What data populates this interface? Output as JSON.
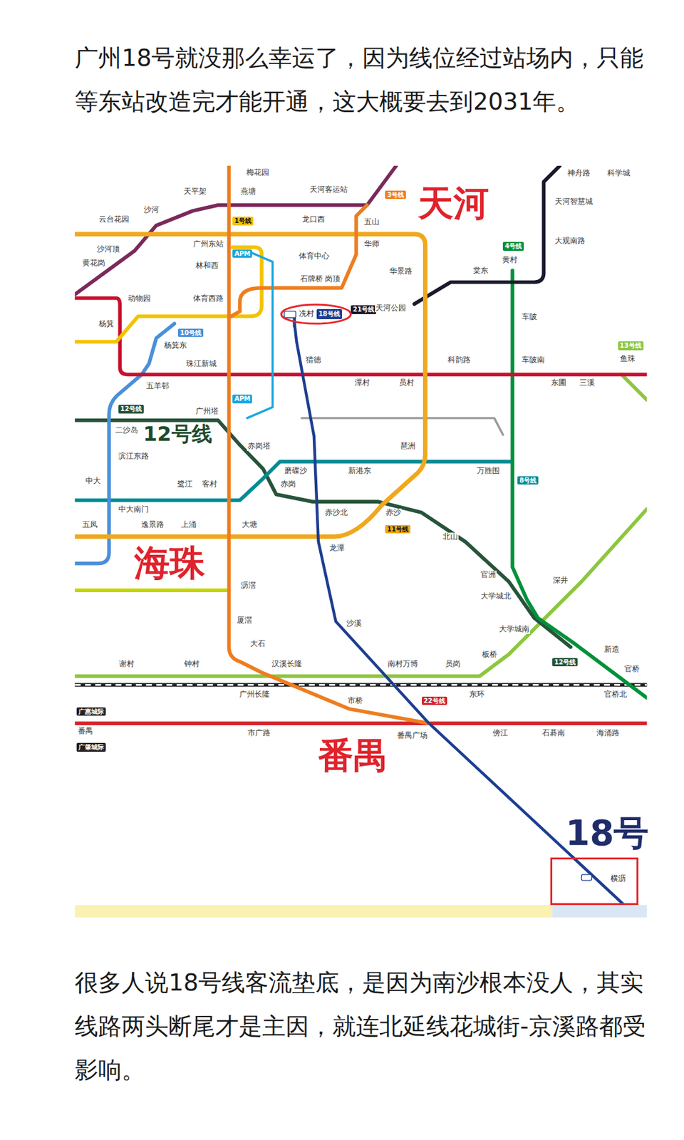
{
  "diagram": {
    "nodes": [
      {
        "text": [
          "冼村"
        ]
      },
      {
        "text": [
          "18号线"
        ],
        "in": 0
      },
      {
        "text": [
          "横沥"
        ]
      }
    ],
    "edges": [
      {
        "from": 0,
        "to": 2,
        "arrow": "none"
      }
    ],
    "labels": [
      "广州18号就没那么幸运了，因为线位经过站场内，只能等东站改造完才能开通，这大概要去到2031年。",
      "很多人说18号线客流垫底，是因为南沙根本没人，其实线路两头断尾才是主因，就连北延线花城街-京溪路都受影响。",
      "天河",
      "海珠",
      "番禺",
      "12号线",
      "18号",
      "1号线",
      "3号线",
      "4号线",
      "10号线",
      "12号线",
      "13号线",
      "8号线",
      "11号线",
      "12号线",
      "22号线",
      "21号线",
      "APM",
      "APM",
      "广惠城际",
      "广肇城际",
      "梅花园",
      "天平架",
      "燕塘",
      "天河客运站",
      "沙河",
      "云台花园",
      "神舟路",
      "科学城",
      "天河智慧城",
      "大观南路",
      "龙口西",
      "五山",
      "华师",
      "广州东站",
      "沙河顶",
      "黄花岗",
      "林和西",
      "体育中心",
      "华景路",
      "黄村",
      "棠东",
      "石牌桥",
      "岗顶",
      "动物园",
      "体育西路",
      "天河公园",
      "车陂",
      "杨箕",
      "杨箕东",
      "猎德",
      "科韵路",
      "车陂南",
      "鱼珠",
      "珠江新城",
      "五羊邨",
      "潭村",
      "员村",
      "东圃",
      "三溪",
      "广州塔",
      "二沙岛",
      "滨江东路",
      "琶洲",
      "赤岗塔",
      "磨碟沙",
      "新港东",
      "万胜围",
      "中大",
      "鹭江",
      "客村",
      "中大南门",
      "赤岗",
      "赤沙北",
      "赤沙",
      "北山",
      "五凤",
      "逸景路",
      "上涌",
      "大塘",
      "龙潭",
      "沥滘",
      "深井",
      "官洲",
      "大学城北",
      "大学城南",
      "厦滘",
      "沙溪",
      "大石",
      "板桥",
      "新造",
      "官桥",
      "谢村",
      "钟村",
      "汉溪长隆",
      "南村万博",
      "员岗",
      "广州长隆",
      "东环",
      "官桥北",
      "市桥",
      "市广路",
      "番禺广场",
      "傍江",
      "石碁南",
      "海涌路",
      "番禺"
    ]
  }
}
